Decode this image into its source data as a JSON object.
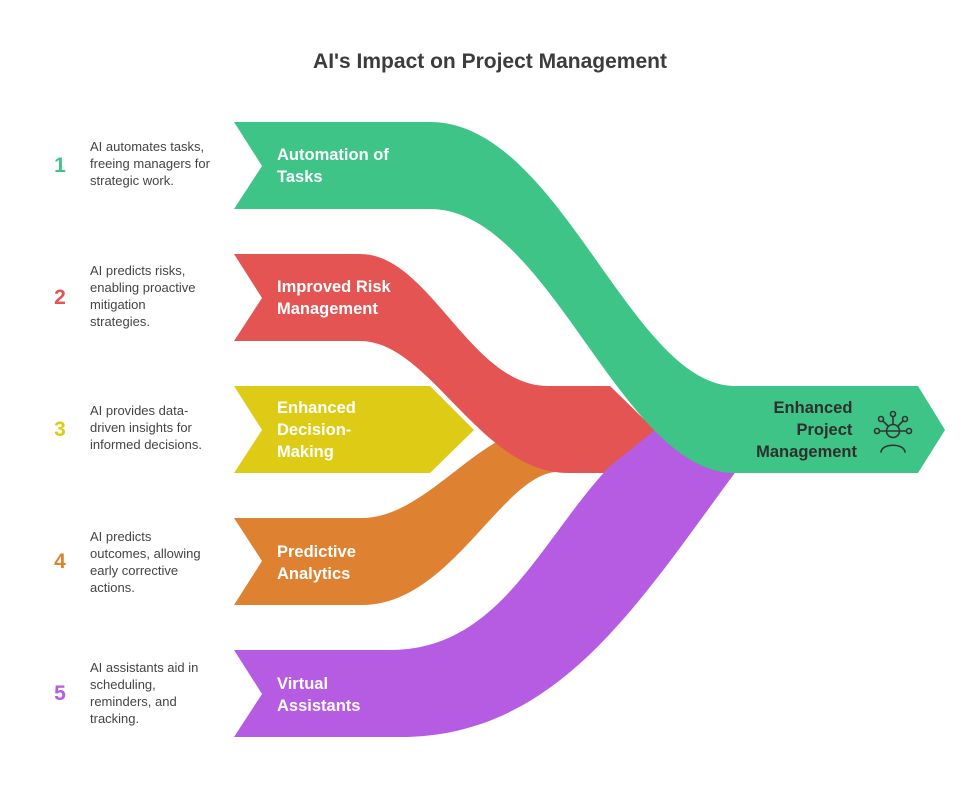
{
  "title": "AI's Impact on Project Management",
  "target": {
    "label_lines": [
      "Enhanced",
      "Project",
      "Management"
    ],
    "icon": "person-network-icon",
    "color": "#3EC486"
  },
  "items": [
    {
      "number": "1",
      "color": "#3EC486",
      "label_lines": [
        "Automation of",
        "Tasks"
      ],
      "desc_lines": [
        "AI automates tasks,",
        "freeing managers for",
        "strategic work."
      ]
    },
    {
      "number": "2",
      "color": "#E35453",
      "label_lines": [
        "Improved Risk",
        "Management"
      ],
      "desc_lines": [
        "AI predicts risks,",
        "enabling proactive",
        "mitigation",
        "strategies."
      ]
    },
    {
      "number": "3",
      "color": "#DECB16",
      "label_lines": [
        "Enhanced",
        "Decision-",
        "Making"
      ],
      "desc_lines": [
        "AI provides data-",
        "driven insights for",
        "informed decisions."
      ]
    },
    {
      "number": "4",
      "color": "#DE8130",
      "label_lines": [
        "Predictive",
        "Analytics"
      ],
      "desc_lines": [
        "AI predicts",
        "outcomes, allowing",
        "early corrective",
        "actions."
      ]
    },
    {
      "number": "5",
      "color": "#B55CE3",
      "label_lines": [
        "Virtual",
        "Assistants"
      ],
      "desc_lines": [
        "AI assistants aid in",
        "scheduling,",
        "reminders, and",
        "tracking."
      ]
    }
  ]
}
